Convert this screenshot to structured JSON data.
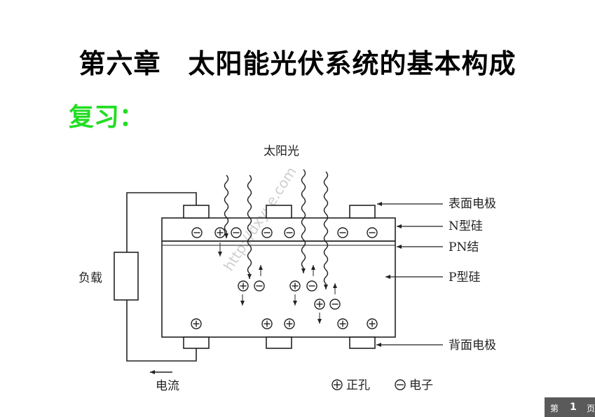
{
  "title": "第六章　太阳能光伏系统的基本构成",
  "subtitle": "复习：",
  "diagram": {
    "sunlight": "太阳光",
    "surface_electrode": "表面电极",
    "n_silicon": "N型硅",
    "pn_junction": "PN结",
    "p_silicon": "P型硅",
    "back_electrode": "背面电极",
    "load": "负载",
    "current": "电流",
    "legend_hole": "正孔",
    "legend_electron": "电子",
    "watermark": "http://dxyue.com"
  },
  "page": {
    "prefix": "第",
    "number": "1",
    "suffix": "页"
  }
}
